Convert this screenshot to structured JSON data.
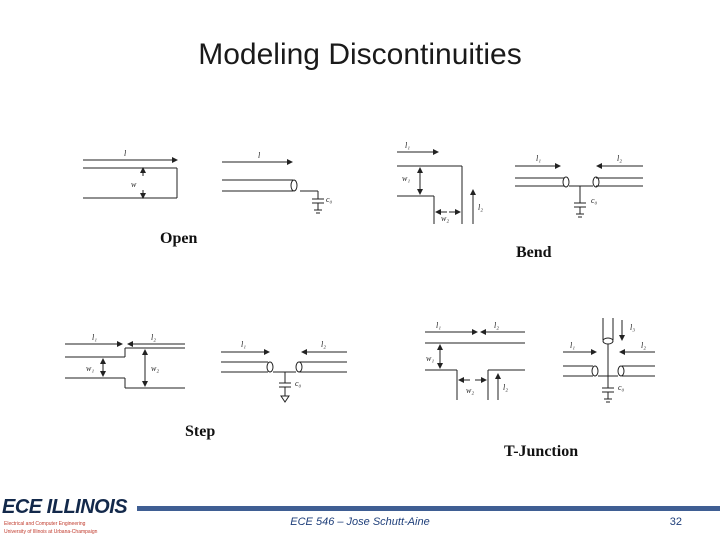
{
  "title": "Modeling Discontinuities",
  "captions": {
    "open": "Open",
    "bend": "Bend",
    "step": "Step",
    "tjunction": "T-Junction"
  },
  "labels": {
    "open": {
      "l": "l",
      "w": "w",
      "l2": "l",
      "c": "c₀"
    },
    "bend": {
      "l1": "l₁",
      "w1": "w₁",
      "w2": "w₂",
      "l2": "l₂",
      "l1b": "l₁",
      "l2b": "l₂",
      "c": "c₀"
    },
    "step": {
      "l1": "l₁",
      "l2": "l₂",
      "w1": "w₁",
      "w2": "w₂",
      "l1b": "l₁",
      "l2b": "l₂",
      "c": "c₀"
    },
    "tjunction": {
      "l1": "l₁",
      "l2": "l₂",
      "w1": "w₁",
      "w2": "w₂",
      "l2v": "l₂",
      "l3": "l₃",
      "l1b": "l₁",
      "l2b": "l₂",
      "c": "c₀"
    }
  },
  "footer": {
    "logo": "ECE ILLINOIS",
    "logo_line1": "Electrical and Computer Engineering",
    "logo_line2": "University of Illinois at Urbana-Champaign",
    "course": "ECE 546 – Jose Schutt-Aine",
    "page": "32"
  },
  "colors": {
    "accent": "#3f5e93",
    "footer_text": "#1f3f7a",
    "logo": "#13294b"
  }
}
